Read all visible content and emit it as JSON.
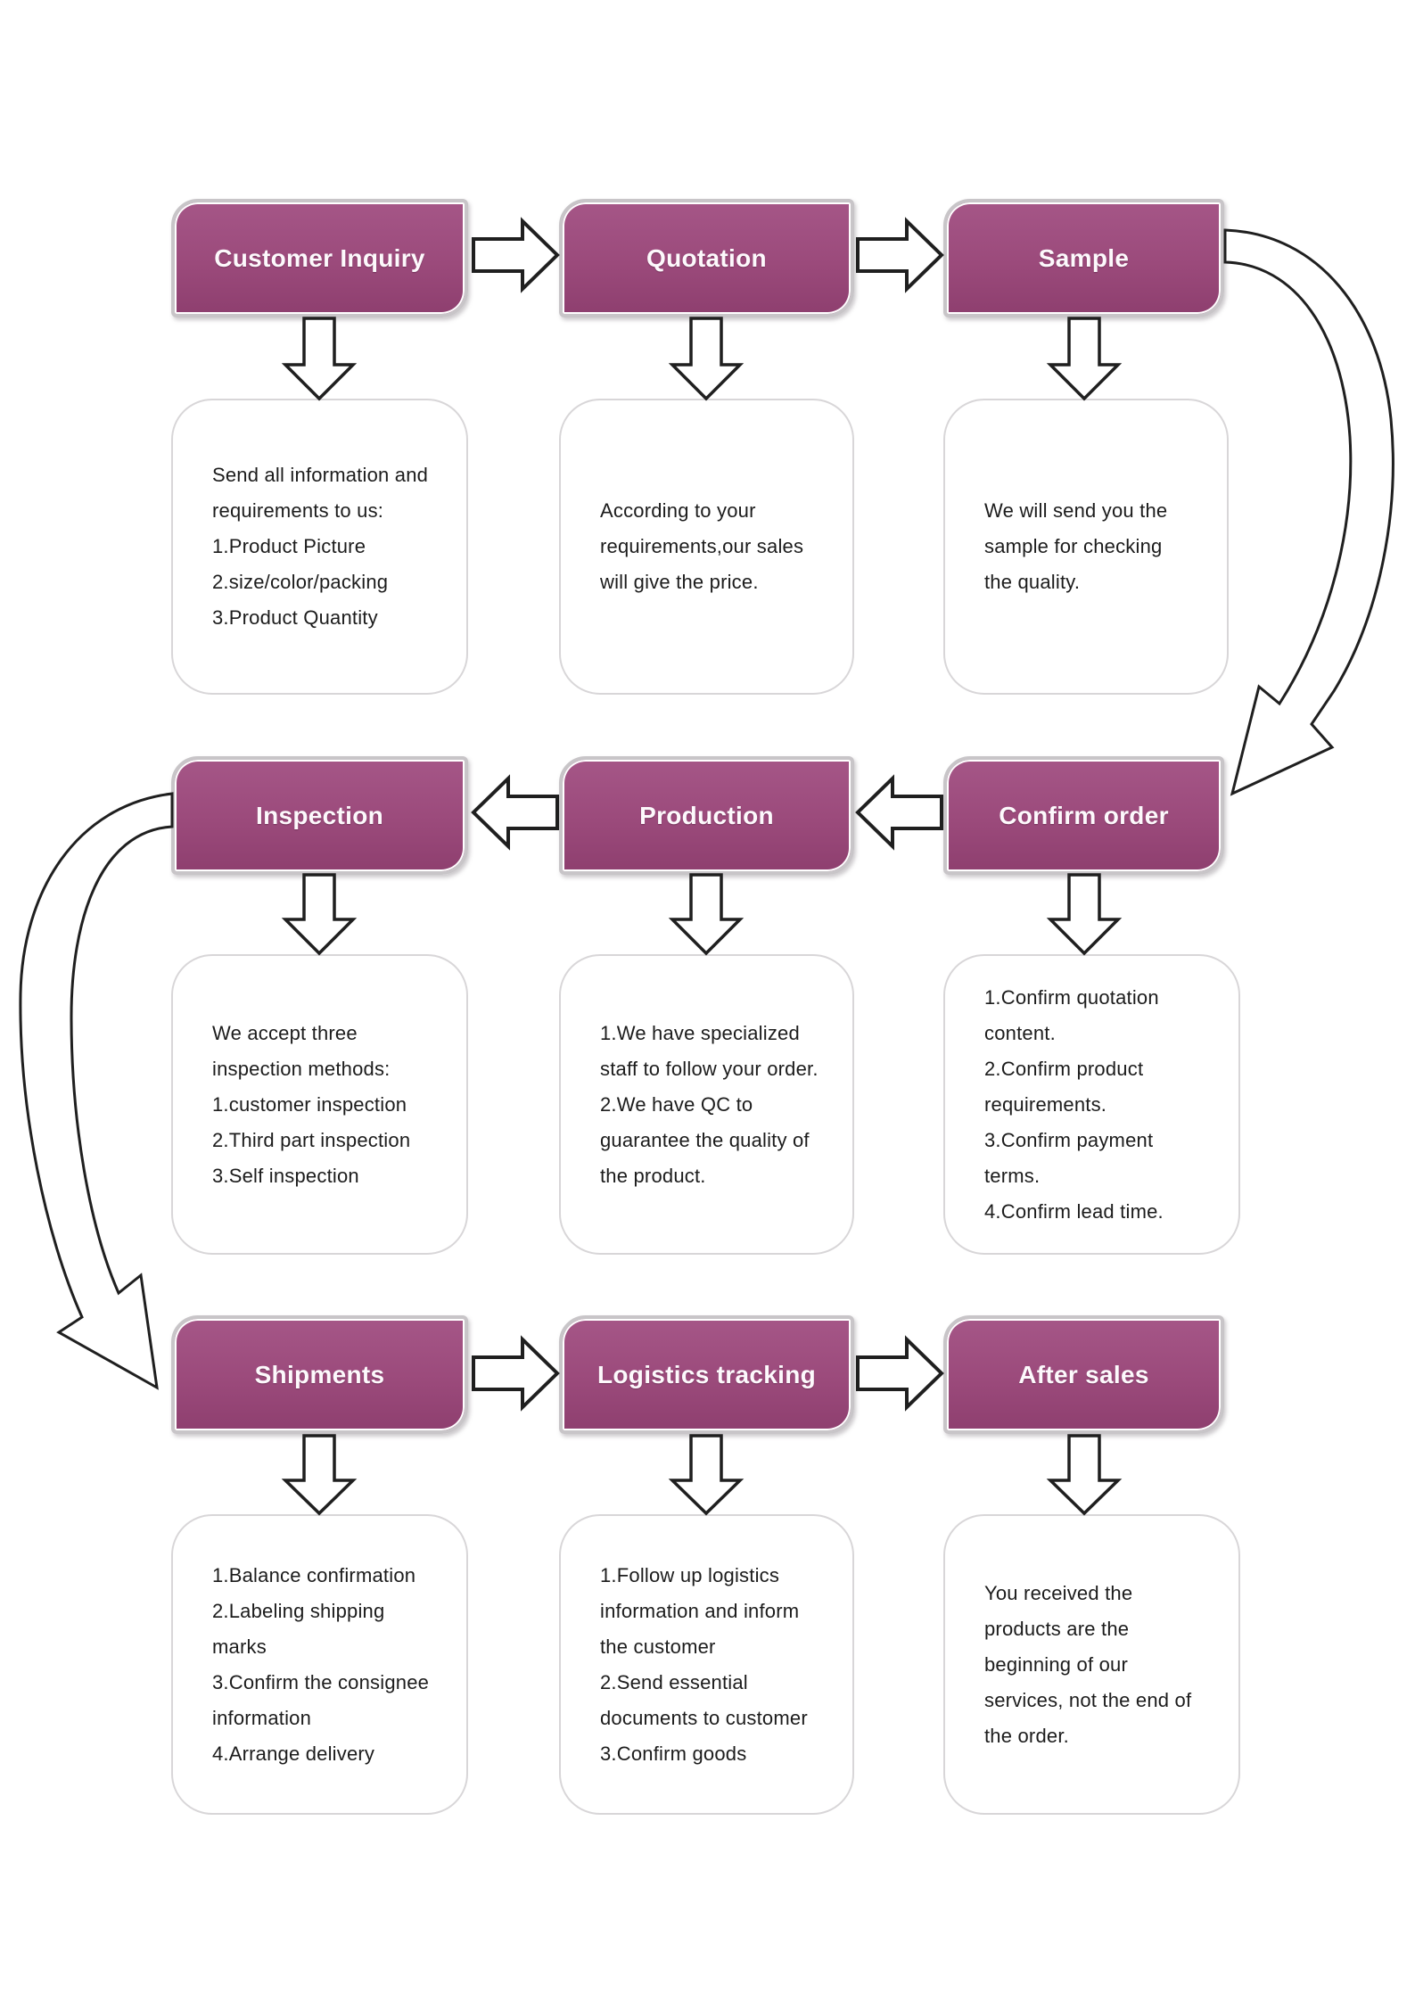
{
  "diagram": {
    "type": "flowchart",
    "colors": {
      "node_fill": "#9b4a7b",
      "node_fill_light": "#a55687",
      "node_border": "#c8c5c8",
      "node_text": "#ffffff",
      "note_border": "#d8d6d8",
      "note_text": "#1c1c1c",
      "arrow_outline": "#1f1f1f",
      "arrow_fill": "#ffffff",
      "background": "#ffffff"
    },
    "nodes": [
      {
        "id": "customer-inquiry",
        "title": "Customer Inquiry",
        "note": "Send all information and requirements to us:\n1.Product Picture\n2.size/color/packing\n3.Product Quantity"
      },
      {
        "id": "quotation",
        "title": "Quotation",
        "note": "According to your requirements,our sales will give the price."
      },
      {
        "id": "sample",
        "title": "Sample",
        "note": "We will send you the sample for checking the quality."
      },
      {
        "id": "inspection",
        "title": "Inspection",
        "note": "We accept three inspection methods:\n1.customer inspection\n2.Third part inspection\n3.Self inspection"
      },
      {
        "id": "production",
        "title": "Production",
        "note": "1.We have specialized staff to follow your order.\n2.We have QC to guarantee the quality of the product."
      },
      {
        "id": "confirm-order",
        "title": "Confirm order",
        "note": "1.Confirm quotation content.\n2.Confirm product requirements.\n3.Confirm payment terms.\n4.Confirm lead time."
      },
      {
        "id": "shipments",
        "title": "Shipments",
        "note": "1.Balance confirmation\n2.Labeling shipping marks\n3.Confirm the consignee information\n4.Arrange delivery"
      },
      {
        "id": "logistics-tracking",
        "title": "Logistics tracking",
        "note": "1.Follow up logistics information and inform the customer\n2.Send essential documents to customer\n3.Confirm goods"
      },
      {
        "id": "after-sales",
        "title": "After sales",
        "note": "You received the products are the beginning of our services, not the end of the order."
      }
    ],
    "connections": [
      {
        "from": "Customer Inquiry",
        "to": "Quotation",
        "style": "straight-right"
      },
      {
        "from": "Quotation",
        "to": "Sample",
        "style": "straight-right"
      },
      {
        "from": "Sample",
        "to": "Confirm order",
        "style": "curved-down"
      },
      {
        "from": "Confirm order",
        "to": "Production",
        "style": "straight-left"
      },
      {
        "from": "Production",
        "to": "Inspection",
        "style": "straight-left"
      },
      {
        "from": "Inspection",
        "to": "Shipments",
        "style": "curved-down"
      },
      {
        "from": "Shipments",
        "to": "Logistics tracking",
        "style": "straight-right"
      },
      {
        "from": "Logistics tracking",
        "to": "After sales",
        "style": "straight-right"
      }
    ]
  }
}
